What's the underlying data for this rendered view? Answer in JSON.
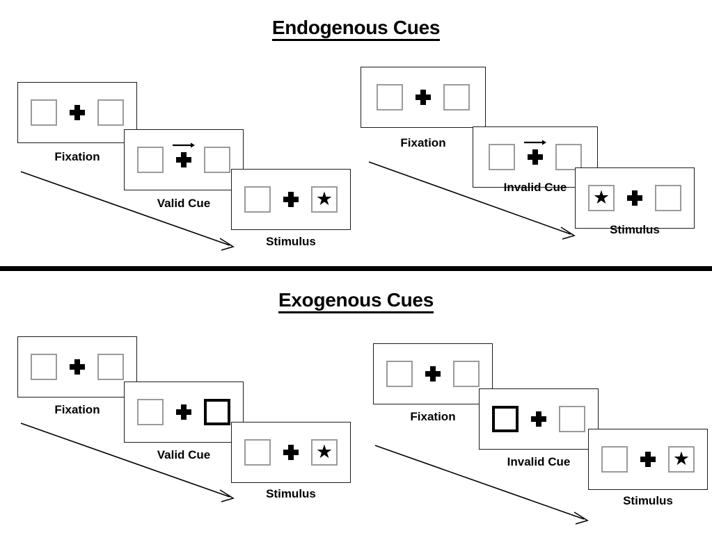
{
  "figure": {
    "title_top": "Endogenous Cues",
    "title_bottom": "Exogenous Cues"
  },
  "colors": {
    "panel_border": "#1a1a1a",
    "box_border": "#9a9a9a",
    "cued_box_border": "#000000",
    "ink": "#000000",
    "background": "#ffffff"
  },
  "sections": [
    {
      "id": "endogenous",
      "title": "Endogenous Cues",
      "cue_type": "arrow",
      "sequences": [
        {
          "id": "endogenous-valid",
          "cue_label": "Valid Cue",
          "panels": [
            {
              "name": "Fixation",
              "caption": "Fixation",
              "left_box": "empty",
              "right_box": "empty",
              "cue": "none",
              "arrow_direction": ""
            },
            {
              "name": "Valid Cue",
              "caption": "Valid Cue",
              "left_box": "empty",
              "right_box": "empty",
              "cue": "arrow",
              "arrow_direction": "right"
            },
            {
              "name": "Stimulus",
              "caption": "Stimulus",
              "left_box": "empty",
              "right_box": "star",
              "cue": "none",
              "arrow_direction": ""
            }
          ]
        },
        {
          "id": "endogenous-invalid",
          "cue_label": "Invalid Cue",
          "panels": [
            {
              "name": "Fixation",
              "caption": "Fixation",
              "left_box": "empty",
              "right_box": "empty",
              "cue": "none",
              "arrow_direction": ""
            },
            {
              "name": "Invalid Cue",
              "caption": "Invalid Cue",
              "left_box": "empty",
              "right_box": "empty",
              "cue": "arrow",
              "arrow_direction": "right"
            },
            {
              "name": "Stimulus",
              "caption": "Stimulus",
              "left_box": "star",
              "right_box": "empty",
              "cue": "none",
              "arrow_direction": ""
            }
          ]
        }
      ]
    },
    {
      "id": "exogenous",
      "title": "Exogenous Cues",
      "cue_type": "box-highlight",
      "sequences": [
        {
          "id": "exogenous-valid",
          "cue_label": "Valid Cue",
          "panels": [
            {
              "name": "Fixation",
              "caption": "Fixation",
              "left_box": "empty",
              "right_box": "empty",
              "cue": "none",
              "arrow_direction": ""
            },
            {
              "name": "Valid Cue",
              "caption": "Valid Cue",
              "left_box": "empty",
              "right_box": "cued",
              "cue": "box-right",
              "arrow_direction": ""
            },
            {
              "name": "Stimulus",
              "caption": "Stimulus",
              "left_box": "empty",
              "right_box": "star",
              "cue": "none",
              "arrow_direction": ""
            }
          ]
        },
        {
          "id": "exogenous-invalid",
          "cue_label": "Invalid Cue",
          "panels": [
            {
              "name": "Fixation",
              "caption": "Fixation",
              "left_box": "empty",
              "right_box": "empty",
              "cue": "none",
              "arrow_direction": ""
            },
            {
              "name": "Invalid Cue",
              "caption": "Invalid Cue",
              "left_box": "cued",
              "right_box": "empty",
              "cue": "box-left",
              "arrow_direction": ""
            },
            {
              "name": "Stimulus",
              "caption": "Stimulus",
              "left_box": "empty",
              "right_box": "star",
              "cue": "none",
              "arrow_direction": ""
            }
          ]
        }
      ]
    }
  ],
  "captions": {
    "fixation": "Fixation",
    "valid_cue": "Valid Cue",
    "invalid_cue": "Invalid Cue",
    "stimulus": "Stimulus"
  },
  "glyphs": {
    "star": "★",
    "fixation_cross": "plus-sign",
    "cue_arrow": "arrow-right-icon",
    "timeline_arrow": "timeline-arrow-icon"
  }
}
